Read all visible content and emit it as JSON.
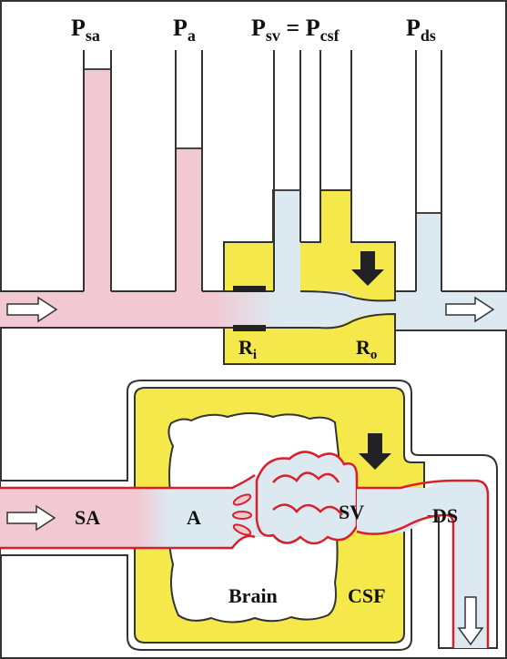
{
  "top_panel": {
    "pressure_labels": {
      "psa": {
        "main": "P",
        "sub": "sa"
      },
      "pa": {
        "main": "P",
        "sub": "a"
      },
      "psv_pcsf": {
        "main": "P",
        "sub": "sv",
        "equals": " = ",
        "main2": "P",
        "sub2": "csf"
      },
      "pds": {
        "main": "P",
        "sub": "ds"
      }
    },
    "resistance_labels": {
      "ri": {
        "main": "R",
        "sub": "i"
      },
      "ro": {
        "main": "R",
        "sub": "o"
      }
    }
  },
  "bottom_panel": {
    "labels": {
      "sa": "SA",
      "a": "A",
      "sv": "SV",
      "ds": "DS",
      "brain": "Brain",
      "csf": "CSF"
    }
  },
  "colors": {
    "arterial": "#f2c9d2",
    "venous": "#dce9f1",
    "csf_yellow": "#f5e84a",
    "vessel_wall": "#d8202a",
    "outline": "#333333"
  },
  "icons": [
    "flow-arrow-in",
    "flow-arrow-out",
    "pressure-arrow-down",
    "flow-arrow-down"
  ]
}
